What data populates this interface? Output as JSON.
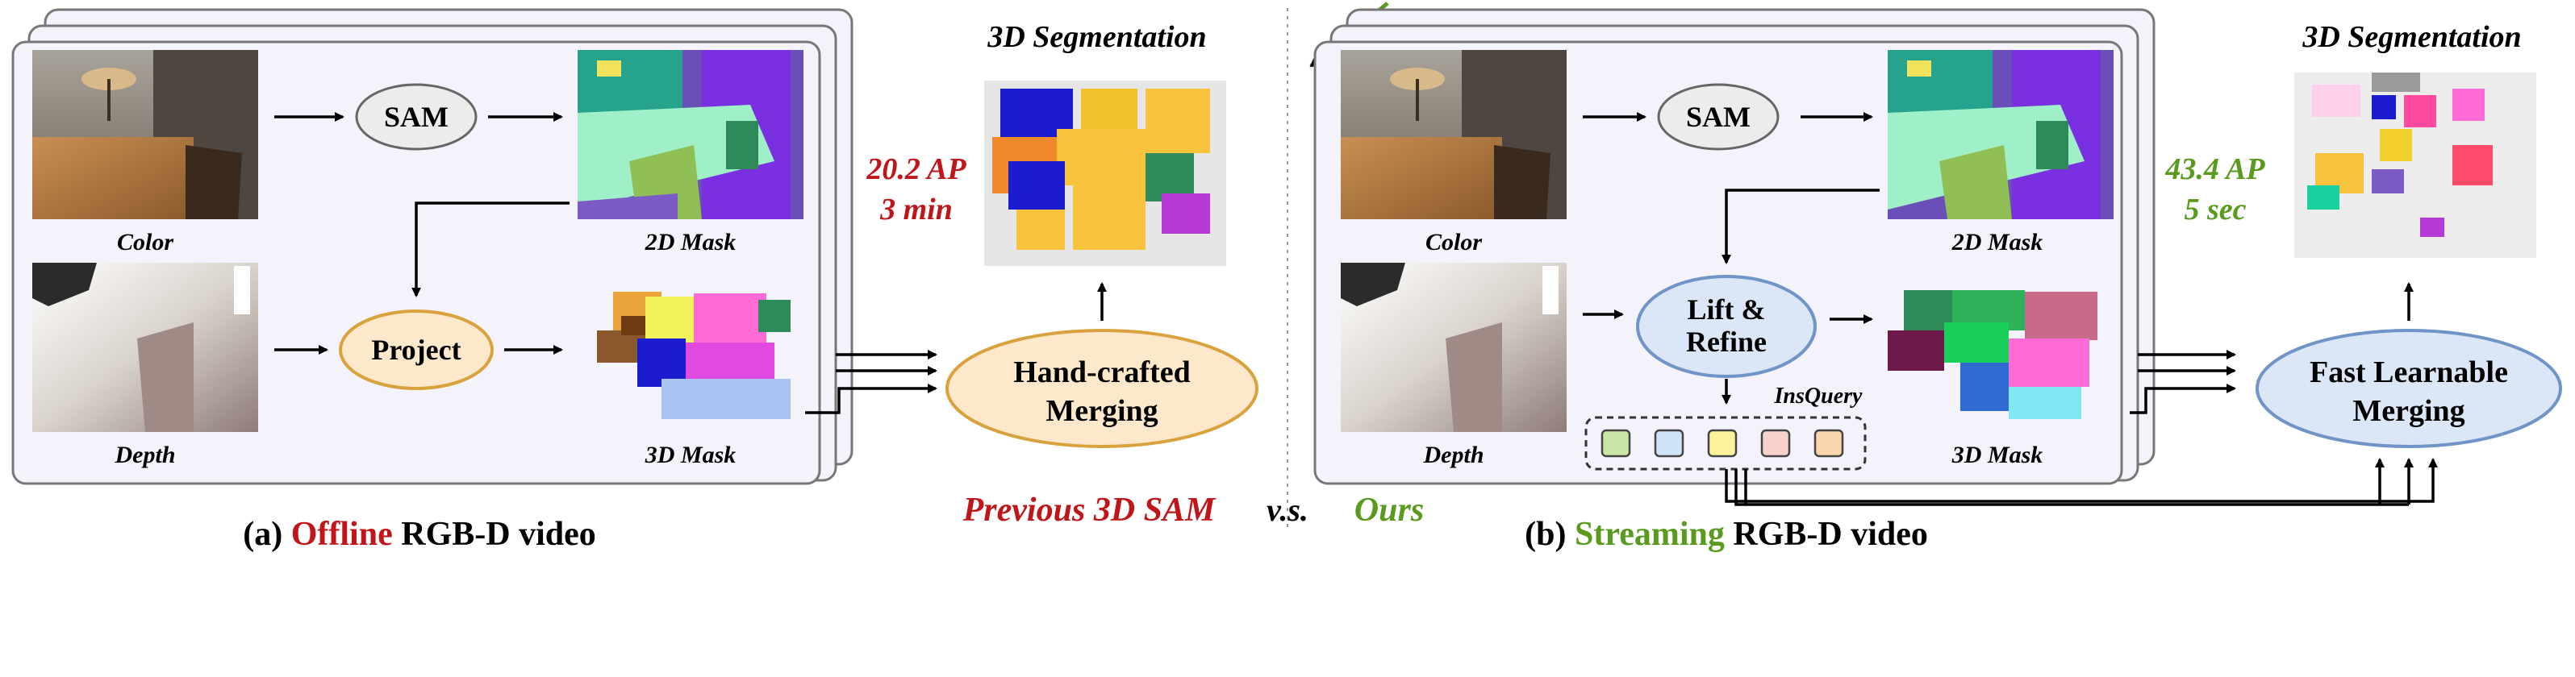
{
  "left_panel": {
    "color_label": "Color",
    "depth_label": "Depth",
    "mask2d_label": "2D Mask",
    "mask3d_label": "3D Mask",
    "sam_label": "SAM",
    "project_label": "Project",
    "merge_label_line1": "Hand-crafted",
    "merge_label_line2": "Merging",
    "seg_title": "3D Segmentation",
    "metric_ap": "20.2 AP",
    "metric_time": "3 min",
    "caption_prefix": "(a) ",
    "caption_highlight": "Offline",
    "caption_suffix": " RGB-D video"
  },
  "right_panel": {
    "color_label": "Color",
    "depth_label": "Depth",
    "mask2d_label": "2D Mask",
    "mask3d_label": "3D Mask",
    "sam_label": "SAM",
    "lift_label_line1": "Lift &",
    "lift_label_line2": "Refine",
    "insquery_label": "InsQuery",
    "merge_label_line1": "Fast Learnable",
    "merge_label_line2": "Merging",
    "seg_title": "3D Segmentation",
    "metric_ap": "43.4 AP",
    "metric_time": "5 sec",
    "caption_prefix": "(b) ",
    "caption_highlight": "Streaming",
    "caption_suffix": " RGB-D video"
  },
  "comparison": {
    "previous": "Previous 3D SAM",
    "vs": "v.s.",
    "ours": "Ours"
  },
  "colors": {
    "offline_red": "#c0161a",
    "ours_green": "#5a9a1e",
    "panel_fill": "#f4f2fb",
    "sam_fill": "#ececec",
    "project_fill": "#fde8cc",
    "project_stroke": "#d9a23d",
    "blue_fill": "#dbe7f6",
    "blue_stroke": "#6f94c8",
    "query_tokens": [
      "#c9e6a6",
      "#cfe2f7",
      "#fbf39a",
      "#f9d1cc",
      "#fbd6ad"
    ]
  }
}
